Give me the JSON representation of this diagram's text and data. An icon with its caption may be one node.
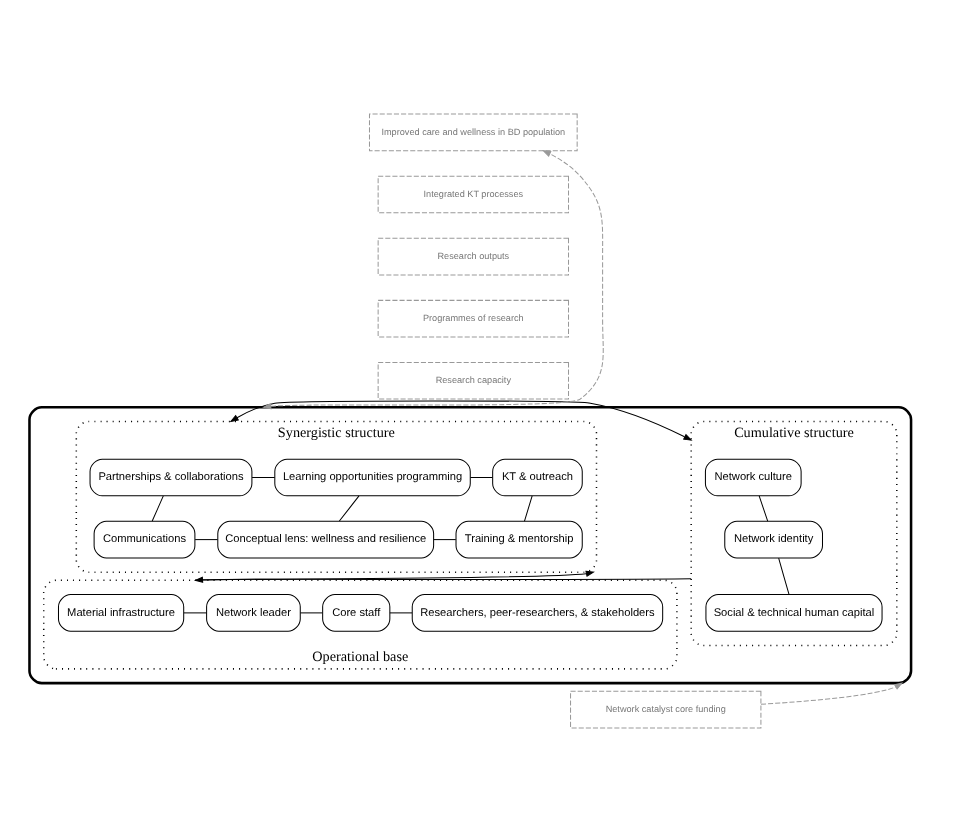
{
  "diagram": {
    "nodes": [
      {
        "text": [
          "Improved care and wellness in BD population"
        ]
      },
      {
        "text": [
          "Integrated KT processes"
        ]
      },
      {
        "text": [
          "Research outputs"
        ]
      },
      {
        "text": [
          "Programmes of research"
        ]
      },
      {
        "text": [
          "Research capacity"
        ]
      },
      {
        "text": [],
        "shape": "box"
      },
      {
        "text": [
          "Synergistic structure"
        ],
        "in": 5
      },
      {
        "text": [
          "Partnerships & collaborations"
        ],
        "in": 6
      },
      {
        "text": [
          "Learning opportunities programming"
        ],
        "in": 6
      },
      {
        "text": [
          "KT & outreach"
        ],
        "in": 6
      },
      {
        "text": [
          "Communications"
        ],
        "in": 6
      },
      {
        "text": [
          "Conceptual lens: wellness and resilience"
        ],
        "in": 6
      },
      {
        "text": [
          "Training & mentorship"
        ],
        "in": 6
      },
      {
        "text": [
          "Cumulative structure"
        ],
        "in": 5
      },
      {
        "text": [
          "Network culture"
        ],
        "in": 13
      },
      {
        "text": [
          "Network identity"
        ],
        "in": 13
      },
      {
        "text": [
          "Social & technical human capital"
        ],
        "in": 13
      },
      {
        "text": [
          "Operational base"
        ],
        "in": 5
      },
      {
        "text": [
          "Material infrastructure"
        ],
        "in": 17
      },
      {
        "text": [
          "Network leader"
        ],
        "in": 17
      },
      {
        "text": [
          "Core staff"
        ],
        "in": 17
      },
      {
        "text": [
          "Researchers, peer-researchers, & stakeholders"
        ],
        "in": 17
      },
      {
        "text": [
          "Network catalyst core funding"
        ]
      }
    ],
    "edges": [
      {
        "from": 5,
        "to": 0,
        "arrow": "both",
        "style": "dashed",
        "color": "#999999"
      },
      {
        "from": 14,
        "to": 15,
        "arrow": "none"
      },
      {
        "from": 15,
        "to": 16,
        "arrow": "none"
      },
      {
        "from": 13,
        "to": 6,
        "arrow": "both"
      },
      {
        "from": 13,
        "to": 17,
        "arrow": "to"
      },
      {
        "from": 17,
        "to": 6,
        "arrow": "to"
      },
      {
        "from": 7,
        "to": 8,
        "arrow": "none"
      },
      {
        "from": 8,
        "to": 9,
        "arrow": "none"
      },
      {
        "from": 7,
        "to": 10,
        "arrow": "none"
      },
      {
        "from": 10,
        "to": 11,
        "arrow": "none"
      },
      {
        "from": 8,
        "to": 11,
        "arrow": "none"
      },
      {
        "from": 11,
        "to": 12,
        "arrow": "none"
      },
      {
        "from": 9,
        "to": 12,
        "arrow": "none"
      },
      {
        "from": 18,
        "to": 19,
        "arrow": "none"
      },
      {
        "from": 19,
        "to": 20,
        "arrow": "none"
      },
      {
        "from": 20,
        "to": 21,
        "arrow": "none"
      },
      {
        "from": 22,
        "to": 5,
        "arrow": "to",
        "style": "dashed",
        "color": "#999999"
      }
    ]
  }
}
